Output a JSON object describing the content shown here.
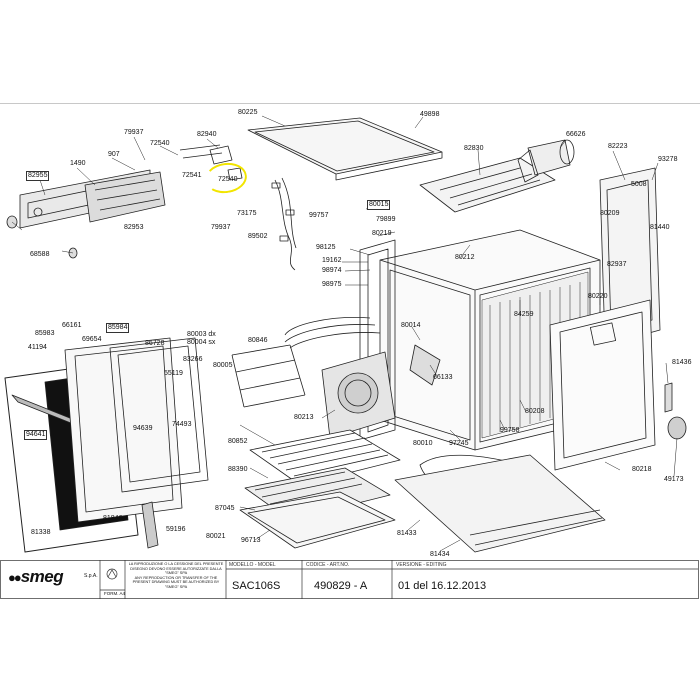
{
  "labels": {
    "l80225": "80225",
    "l49898": "49898",
    "l82940": "82940",
    "l79937a": "79937",
    "l72540a": "72540",
    "l907": "907",
    "l72541": "72541",
    "l72540b": "72540",
    "l1490": "1490",
    "l82955": "82955",
    "l82953": "82953",
    "l73175": "73175",
    "l79937b": "79937",
    "l89502": "89502",
    "l68588": "68588",
    "l82830": "82830",
    "l66626": "66626",
    "l82223": "82223",
    "l93278": "93278",
    "l5008": "5008",
    "l80209": "80209",
    "l81440": "81440",
    "l99757": "99757",
    "l80015": "80015",
    "l79899": "79899",
    "l80219": "80219",
    "l98125": "98125",
    "l19162": "19162",
    "l98974": "98974",
    "l98975": "98975",
    "l80212": "80212",
    "l82937": "82937",
    "l80220": "80220",
    "l84259": "84259",
    "l80014": "80014",
    "l66161": "66161",
    "l85983": "85983",
    "l85984": "85984",
    "l69654": "69654",
    "l41194": "41194",
    "l86728": "86728",
    "l83266": "83266",
    "l55119": "55119",
    "l80003": "80003 dx",
    "l80004": "80004 sx",
    "l80846": "80846",
    "l80005": "80005",
    "l66133": "66133",
    "l81436": "81436",
    "l94639": "94639",
    "l74493": "74493",
    "l94641": "94641",
    "l80213": "80213",
    "l80208": "80208",
    "l99758": "99758",
    "l97245": "97245",
    "l80852": "80852",
    "l80010": "80010",
    "l88390": "88390",
    "l80218": "80218",
    "l49173": "49173",
    "l87045": "87045",
    "l81846": "81846",
    "l59196": "59196",
    "l80021": "80021",
    "l81338": "81338",
    "l96713": "96713",
    "l81433": "81433",
    "l81434": "81434"
  },
  "title_block": {
    "logo": "smeg",
    "logo_suffix": "S.p.A.",
    "note_lines": [
      "LA RIPRODUZIONE O LA CESSIONE DEL PRESENTE",
      "DISEGNO DEVONO ESSERE AUTORIZZATE DALLA",
      "\"SMEG\" SPA",
      "ANY REPRODUCTION OR TRANSFER OF THE",
      "PRESENT DRAWING MUST BE AUTHORIZED BY",
      "\"SMEG\" SPA"
    ],
    "format_label": "FORM. A4",
    "model_header": "MODELLO - MODEL",
    "model_value": "SAC106S",
    "code_header": "CODICE - ART.NO.",
    "code_value": "490829 - A",
    "version_header": "VERSIONE - EDITING",
    "version_value": "01 del 16.12.2013"
  },
  "colors": {
    "highlight": "#f2e500",
    "line": "#222222",
    "panel_fill": "#e8e8e8",
    "glass_dark": "#111111"
  }
}
